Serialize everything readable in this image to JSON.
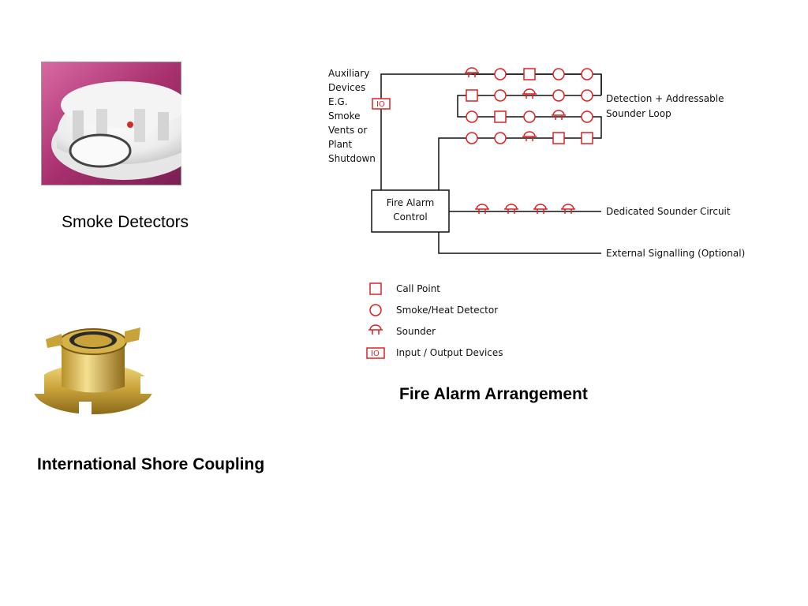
{
  "captions": {
    "smoke_detectors": "Smoke Detectors",
    "shore_coupling": "International Shore Coupling",
    "fire_alarm": "Fire Alarm Arrangement"
  },
  "diagram": {
    "auxiliary_label": [
      "Auxiliary",
      "Devices",
      "E.G.",
      "Smoke",
      "Vents or",
      "Plant",
      "Shutdown"
    ],
    "io_box_label": "IO",
    "control_label": [
      "Fire Alarm",
      "Control"
    ],
    "loop_label": [
      "Detection + Addressable",
      "Sounder Loop"
    ],
    "dedicated_label": "Dedicated Sounder Circuit",
    "external_label": "External Signalling (Optional)",
    "loop_rows": [
      [
        "sounder",
        "detector",
        "callpoint",
        "detector",
        "detector"
      ],
      [
        "callpoint",
        "detector",
        "sounder",
        "detector",
        "detector"
      ],
      [
        "detector",
        "callpoint",
        "detector",
        "sounder",
        "detector"
      ],
      [
        "detector",
        "detector",
        "sounder",
        "callpoint",
        "callpoint"
      ]
    ],
    "sounder_circuit": [
      "sounder",
      "sounder",
      "sounder",
      "sounder"
    ],
    "symbol_color": "#e02020"
  },
  "legend": [
    {
      "symbol": "callpoint",
      "label": "Call Point"
    },
    {
      "symbol": "detector",
      "label": "Smoke/Heat Detector"
    },
    {
      "symbol": "sounder",
      "label": "Sounder"
    },
    {
      "symbol": "io",
      "label": "Input / Output Devices"
    }
  ]
}
